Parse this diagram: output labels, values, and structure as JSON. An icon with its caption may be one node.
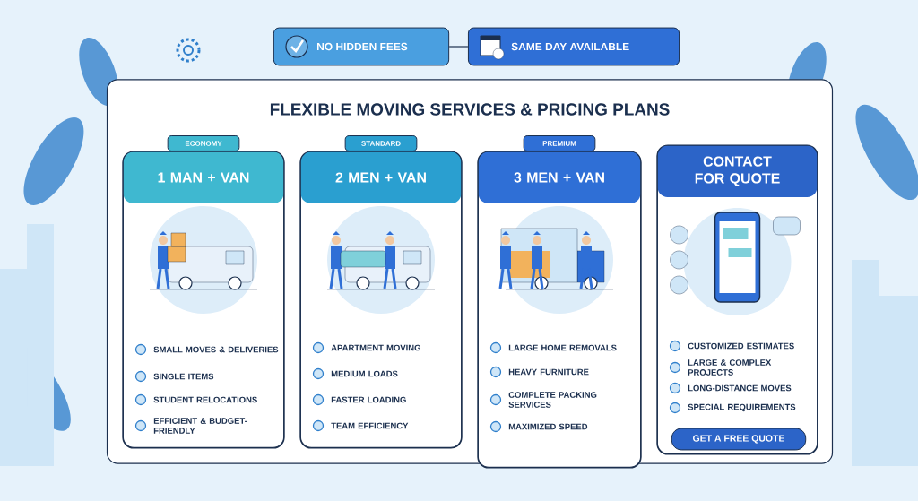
{
  "diagram": {
    "title": "FLEXIBLE MOVING SERVICES & PRICING PLANS",
    "nodes": [
      {
        "text": [
          "NO HIDDEN FEES"
        ]
      },
      {
        "text": [
          "SAME DAY AVAILABLE"
        ]
      },
      {
        "text": [],
        "shape": "box"
      },
      {
        "text": [
          "ECONOMY",
          "1 MAN + VAN",
          "SMALL MOVES & DELIVERIES",
          "SINGLE ITEMS",
          "STUDENT RELOCATIONS",
          "EFFICIENT & BUDGET-FRIENDLY"
        ],
        "in": 2
      },
      {
        "text": [
          "STANDARD",
          "2 MEN + VAN",
          "APARTMENT MOVING",
          "MEDIUM LOADS",
          "FASTER LOADING",
          "TEAM EFFICIENCY"
        ],
        "in": 2
      },
      {
        "text": [
          "PREMIUM",
          "3 MEN + VAN",
          "LARGE HOME REMOVALS",
          "HEAVY FURNITURE",
          "COMPLETE PACKING SERVICES",
          "MAXIMIZED SPEED"
        ],
        "in": 2
      },
      {
        "text": [
          "CONTACT FOR QUOTE",
          "CUSTOMIZED ESTIMATES",
          "LARGE & COMPLEX PROJECTS",
          "LONG-DISTANCE MOVES",
          "SPECIAL REQUIREMENTS"
        ],
        "in": 2
      },
      {
        "text": [
          "GET A FREE QUOTE"
        ],
        "in": 6
      }
    ],
    "edges": [
      {
        "from": 0,
        "to": 1,
        "arrow": "none"
      }
    ]
  }
}
